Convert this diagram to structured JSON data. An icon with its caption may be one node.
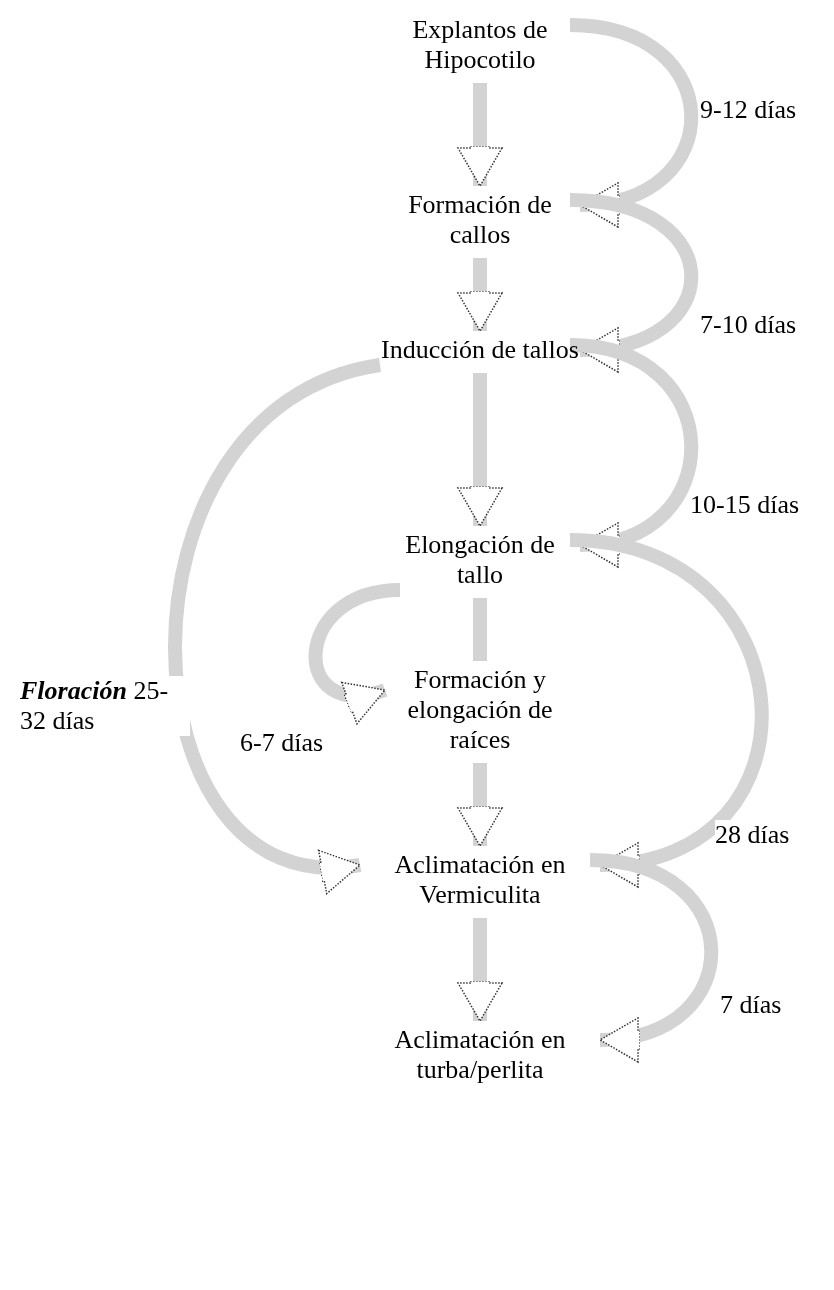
{
  "diagram": {
    "nodes": [
      {
        "text": [
          "Explantos de Hipocotilo"
        ]
      },
      {
        "text": [
          "Formación de callos"
        ]
      },
      {
        "text": [
          "Inducción de tallos"
        ]
      },
      {
        "text": [
          "Elongación de tallo"
        ]
      },
      {
        "text": [
          "Formación y elongación de raíces"
        ]
      },
      {
        "text": [
          "Aclimatación en Vermiculita"
        ]
      },
      {
        "text": [
          "Aclimatación en turba/perlita"
        ]
      }
    ],
    "edges": [
      {
        "from": 0,
        "to": 1,
        "arrow": "to"
      },
      {
        "from": 0,
        "to": 1,
        "arrow": "to",
        "label": "9-12 días"
      },
      {
        "from": 1,
        "to": 2,
        "arrow": "to"
      },
      {
        "from": 1,
        "to": 2,
        "arrow": "to",
        "label": "7-10 días"
      },
      {
        "from": 2,
        "to": 3,
        "arrow": "to"
      },
      {
        "from": 2,
        "to": 3,
        "arrow": "to",
        "label": "10-15 días"
      },
      {
        "from": 2,
        "to": 5,
        "arrow": "to",
        "label": "*Floración* 25-32 días"
      },
      {
        "from": 3,
        "to": 4,
        "arrow": "none"
      },
      {
        "from": 3,
        "to": 4,
        "arrow": "to",
        "label": "6-7 días"
      },
      {
        "from": 3,
        "to": 5,
        "arrow": "to",
        "label": "28 días"
      },
      {
        "from": 4,
        "to": 5,
        "arrow": "to"
      },
      {
        "from": 5,
        "to": 6,
        "arrow": "to"
      },
      {
        "from": 5,
        "to": 6,
        "arrow": "to",
        "label": "7 días"
      }
    ]
  }
}
